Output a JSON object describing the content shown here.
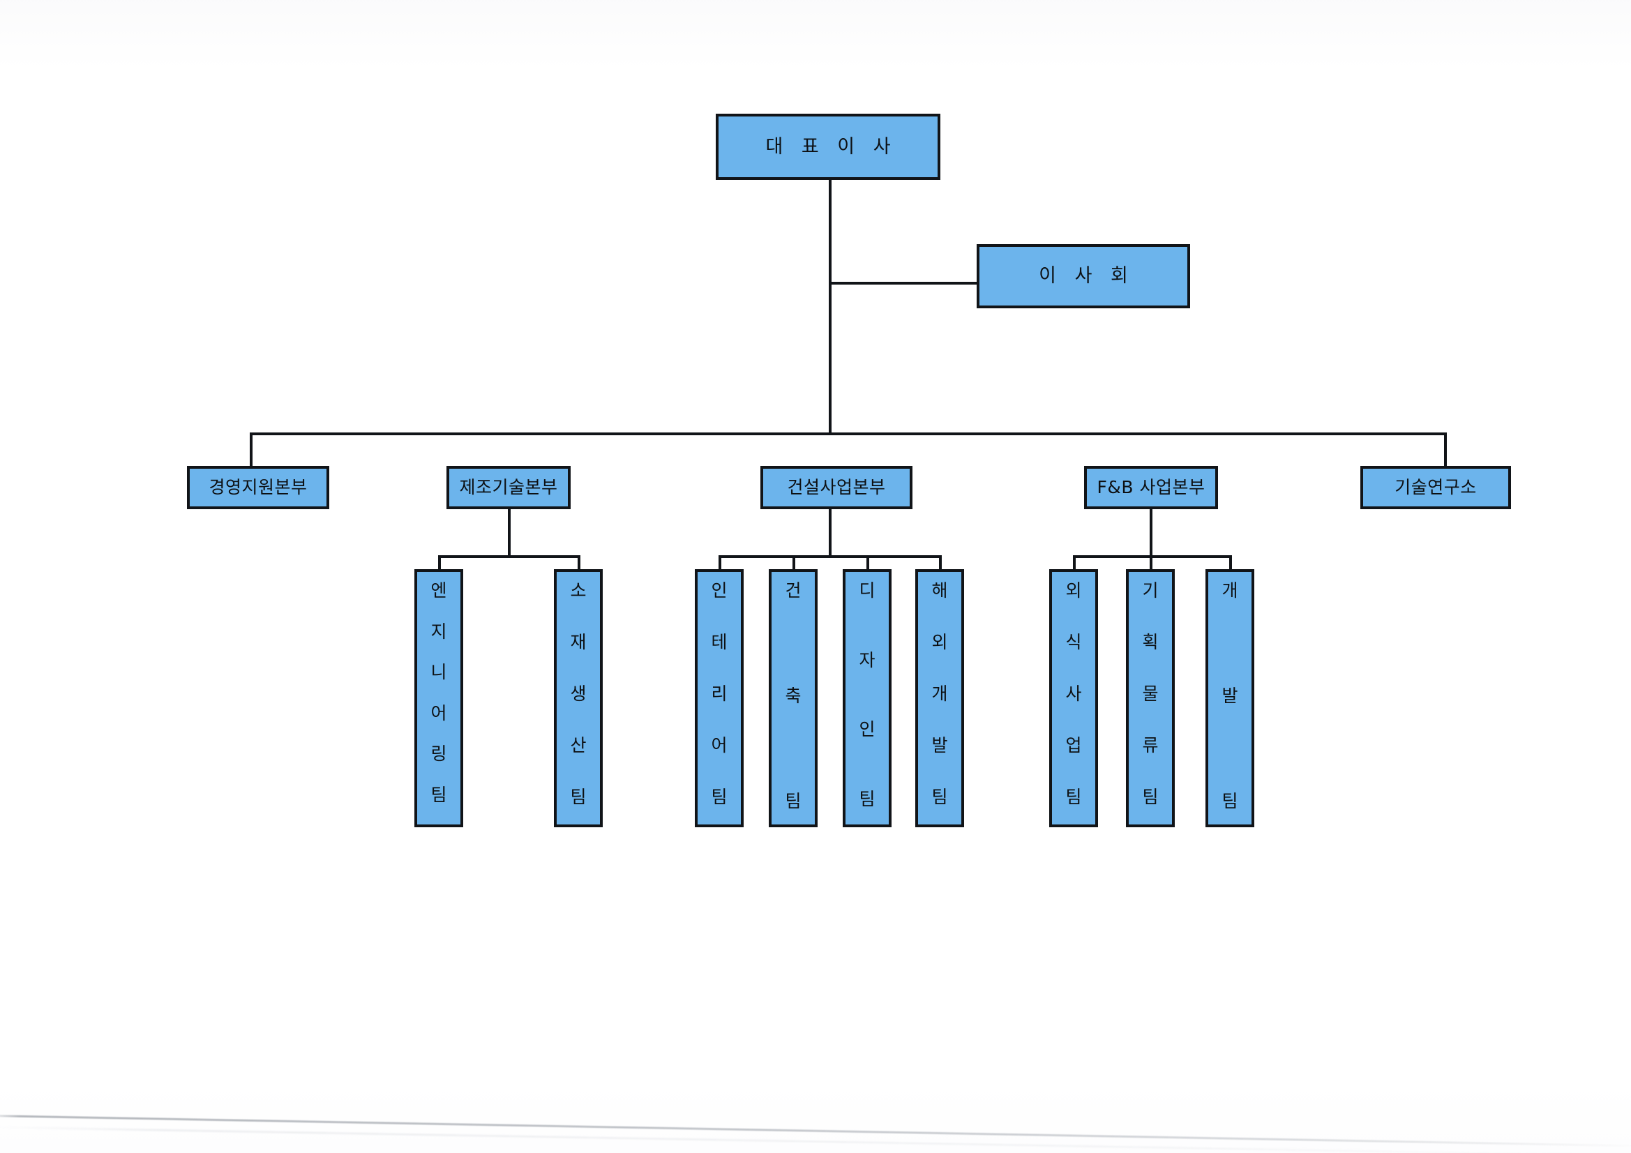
{
  "document": {
    "kind": "organization-chart",
    "language": "ko",
    "colors": {
      "node_fill": "#6cb4ec",
      "node_border": "#111418",
      "connector": "#111418",
      "page_background": "#ffffff"
    }
  },
  "chart_data": {
    "type": "diagram",
    "title": "",
    "orientation": "top-down",
    "levels": [
      "executive",
      "board",
      "division",
      "team"
    ],
    "nodes": [
      {
        "id": "ceo",
        "label": "대 표 이 사",
        "level": "executive",
        "parent": null
      },
      {
        "id": "board",
        "label": "이 사 회",
        "level": "board",
        "parent": "ceo"
      },
      {
        "id": "mgmt",
        "label": "경영지원본부",
        "level": "division",
        "parent": "ceo"
      },
      {
        "id": "mfg",
        "label": "제조기술본부",
        "level": "division",
        "parent": "ceo"
      },
      {
        "id": "construction",
        "label": "건설사업본부",
        "level": "division",
        "parent": "ceo"
      },
      {
        "id": "fnb",
        "label": "F&B 사업본부",
        "level": "division",
        "parent": "ceo"
      },
      {
        "id": "rnd",
        "label": "기술연구소",
        "level": "division",
        "parent": "ceo"
      },
      {
        "id": "eng",
        "label": "엔지니어링팀",
        "level": "team",
        "parent": "mfg"
      },
      {
        "id": "material",
        "label": "소재생산팀",
        "level": "team",
        "parent": "mfg"
      },
      {
        "id": "interior",
        "label": "인테리어팀",
        "level": "team",
        "parent": "construction"
      },
      {
        "id": "architecture",
        "label": "건축팀",
        "level": "team",
        "parent": "construction"
      },
      {
        "id": "design",
        "label": "디자인팀",
        "level": "team",
        "parent": "construction"
      },
      {
        "id": "overseas",
        "label": "해외개발팀",
        "level": "team",
        "parent": "construction"
      },
      {
        "id": "foodservice",
        "label": "외식사업팀",
        "level": "team",
        "parent": "fnb"
      },
      {
        "id": "logistics",
        "label": "기획물류팀",
        "level": "team",
        "parent": "fnb"
      },
      {
        "id": "development",
        "label": "개발팀",
        "level": "team",
        "parent": "fnb"
      }
    ],
    "edges": [
      {
        "from": "ceo",
        "to": "board"
      },
      {
        "from": "ceo",
        "to": "mgmt"
      },
      {
        "from": "ceo",
        "to": "mfg"
      },
      {
        "from": "ceo",
        "to": "construction"
      },
      {
        "from": "ceo",
        "to": "fnb"
      },
      {
        "from": "ceo",
        "to": "rnd"
      },
      {
        "from": "mfg",
        "to": "eng"
      },
      {
        "from": "mfg",
        "to": "material"
      },
      {
        "from": "construction",
        "to": "interior"
      },
      {
        "from": "construction",
        "to": "architecture"
      },
      {
        "from": "construction",
        "to": "design"
      },
      {
        "from": "construction",
        "to": "overseas"
      },
      {
        "from": "fnb",
        "to": "foodservice"
      },
      {
        "from": "fnb",
        "to": "logistics"
      },
      {
        "from": "fnb",
        "to": "development"
      }
    ]
  },
  "executive": {
    "ceo": {
      "label": "대 표 이 사"
    },
    "board": {
      "label": "이 사 회"
    }
  },
  "divisions": [
    {
      "label": "경영지원본부"
    },
    {
      "label": "제조기술본부"
    },
    {
      "label": "건설사업본부"
    },
    {
      "label": "F&B 사업본부"
    },
    {
      "label": "기술연구소"
    }
  ],
  "teams": {
    "manufacturing": [
      {
        "label": "엔지니어링팀",
        "syllables": [
          "엔",
          "지",
          "니",
          "어",
          "링",
          "팀"
        ]
      },
      {
        "label": "소재생산팀",
        "syllables": [
          "소",
          "재",
          "생",
          "산",
          "팀"
        ]
      }
    ],
    "construction": [
      {
        "label": "인테리어팀",
        "syllables": [
          "인",
          "테",
          "리",
          "어",
          "팀"
        ]
      },
      {
        "label": "건축팀",
        "syllables": [
          "건",
          "축",
          "팀"
        ]
      },
      {
        "label": "디자인팀",
        "syllables": [
          "디",
          "자",
          "인",
          "팀"
        ]
      },
      {
        "label": "해외개발팀",
        "syllables": [
          "해",
          "외",
          "개",
          "발",
          "팀"
        ]
      }
    ],
    "fnb": [
      {
        "label": "외식사업팀",
        "syllables": [
          "외",
          "식",
          "사",
          "업",
          "팀"
        ]
      },
      {
        "label": "기획물류팀",
        "syllables": [
          "기",
          "획",
          "물",
          "류",
          "팀"
        ]
      },
      {
        "label": "개발팀",
        "syllables": [
          "개",
          "발",
          "팀"
        ]
      }
    ]
  }
}
